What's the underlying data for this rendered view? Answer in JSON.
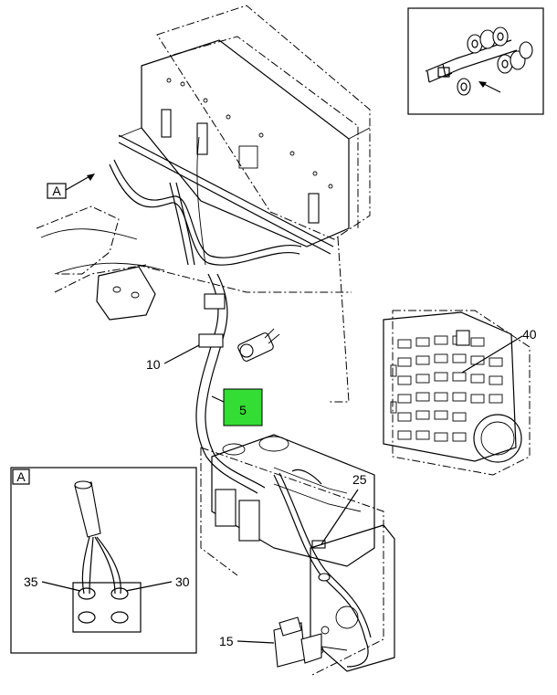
{
  "callouts": {
    "c10": "10",
    "c5": "5",
    "c25": "25",
    "c40": "40",
    "c15": "15",
    "c35": "35",
    "c30": "30"
  },
  "view_labels": {
    "main_view_marker": "A",
    "detail_view_marker": "A"
  },
  "colors": {
    "highlight": "#33dd33",
    "line": "#000000",
    "background": "#ffffff"
  }
}
